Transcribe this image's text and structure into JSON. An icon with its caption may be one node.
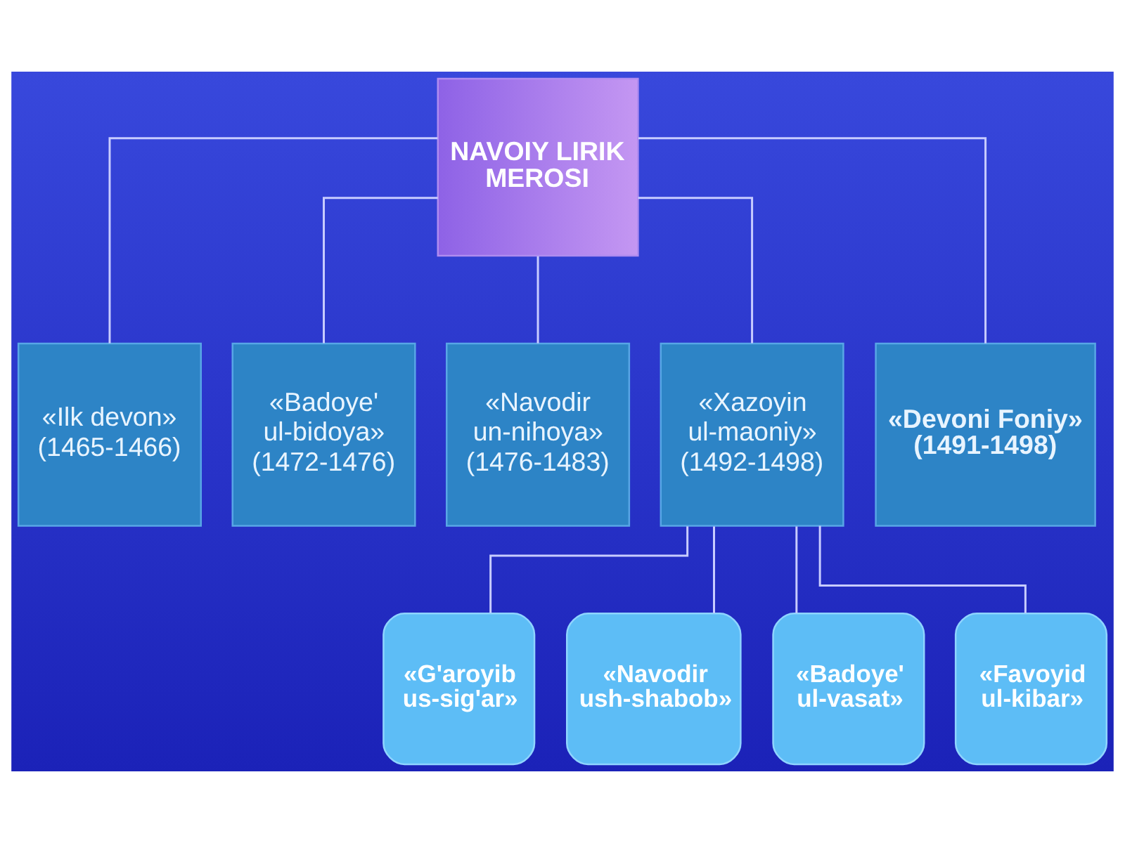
{
  "diagram": {
    "nodes": [
      {
        "text": [
          "NAVOIY LIRIK MEROSI"
        ]
      },
      {
        "text": [
          "«Ilk devon»",
          "(1465-1466)"
        ]
      },
      {
        "text": [
          "«Badoye' ul-bidoya»",
          "(1472-1476)"
        ]
      },
      {
        "text": [
          "«Navodir un-nihoya»",
          "(1476-1483)"
        ]
      },
      {
        "text": [
          "«Xazoyin ul-maoniy»",
          "(1492-1498)"
        ]
      },
      {
        "text": [
          "«Devoni Foniy»",
          "(1491-1498)"
        ]
      },
      {
        "text": [
          "«G'aroyib us-sig'ar»"
        ]
      },
      {
        "text": [
          "«Navodir ush-shabob»"
        ]
      },
      {
        "text": [
          "«Badoye' ul-vasat»"
        ]
      },
      {
        "text": [
          "«Favoyid ul-kibar»"
        ]
      }
    ],
    "edges": [
      {
        "from": 0,
        "to": 1,
        "arrow": "none"
      },
      {
        "from": 0,
        "to": 2,
        "arrow": "none"
      },
      {
        "from": 0,
        "to": 3,
        "arrow": "none"
      },
      {
        "from": 0,
        "to": 4,
        "arrow": "none"
      },
      {
        "from": 0,
        "to": 5,
        "arrow": "none"
      },
      {
        "from": 4,
        "to": 6,
        "arrow": "none"
      },
      {
        "from": 4,
        "to": 7,
        "arrow": "none"
      },
      {
        "from": 4,
        "to": 8,
        "arrow": "none"
      },
      {
        "from": 4,
        "to": 9,
        "arrow": "none"
      }
    ]
  }
}
